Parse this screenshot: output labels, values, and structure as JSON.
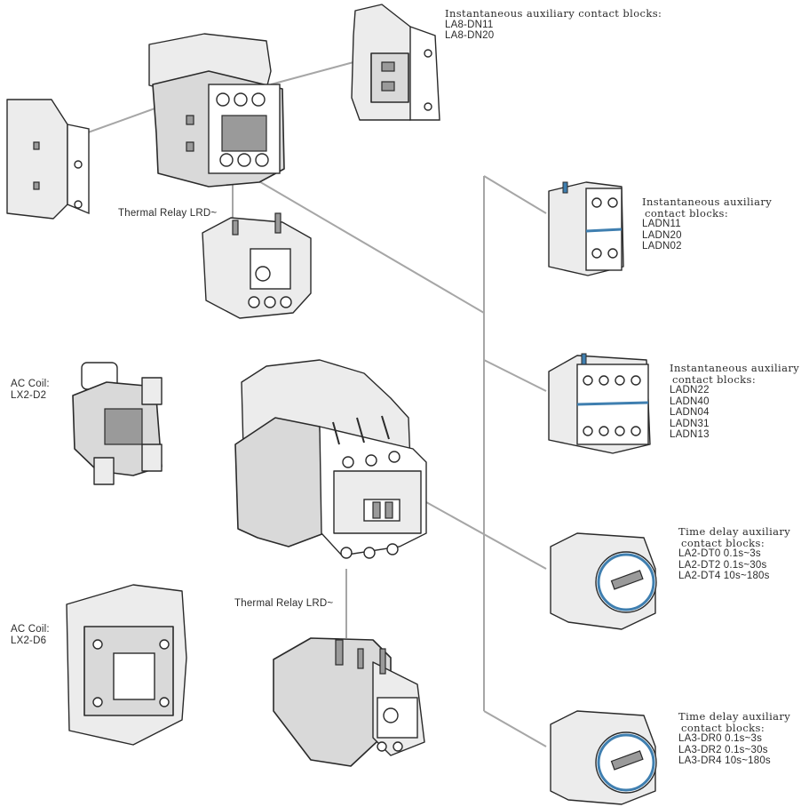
{
  "labels": {
    "la8": {
      "title": "Instantaneous auxiliary contact blocks:",
      "lines": [
        "LA8-DN11",
        "LA8-DN20"
      ]
    },
    "thermal_top": {
      "text": "Thermal Relay LRD~"
    },
    "ladn_a": {
      "title": [
        "Instantaneous auxiliary",
        "contact blocks:"
      ],
      "lines": [
        "LADN11",
        "LADN20",
        "LADN02"
      ]
    },
    "ladn_b": {
      "title": [
        "Instantaneous auxiliary",
        "contact blocks:"
      ],
      "lines": [
        "LADN22",
        "LADN40",
        "LADN04",
        "LADN31",
        "LADN13"
      ]
    },
    "coil_d2": {
      "lines": [
        "AC Coil:",
        "LX2-D2"
      ]
    },
    "timedelay_dt": {
      "title": [
        "Time delay auxiliary",
        "contact blocks:"
      ],
      "lines": [
        "LA2-DT0 0.1s~3s",
        "LA2-DT2 0.1s~30s",
        "LA2-DT4 10s~180s"
      ]
    },
    "thermal_bottom": {
      "text": "Thermal Relay LRD~"
    },
    "coil_d6": {
      "lines": [
        "AC Coil:",
        "LX2-D6"
      ]
    },
    "timedelay_dr": {
      "title": [
        "Time delay auxiliary",
        "contact blocks:"
      ],
      "lines": [
        "LA3-DR0 0.1s~3s",
        "LA3-DR2 0.1s~30s",
        "LA3-DR4 10s~180s"
      ]
    }
  },
  "colors": {
    "connector": "#a6a6a6",
    "accent_blue": "#3f7fb0",
    "part_grey": "#d9d9d9",
    "text": "#2b2b2b"
  }
}
